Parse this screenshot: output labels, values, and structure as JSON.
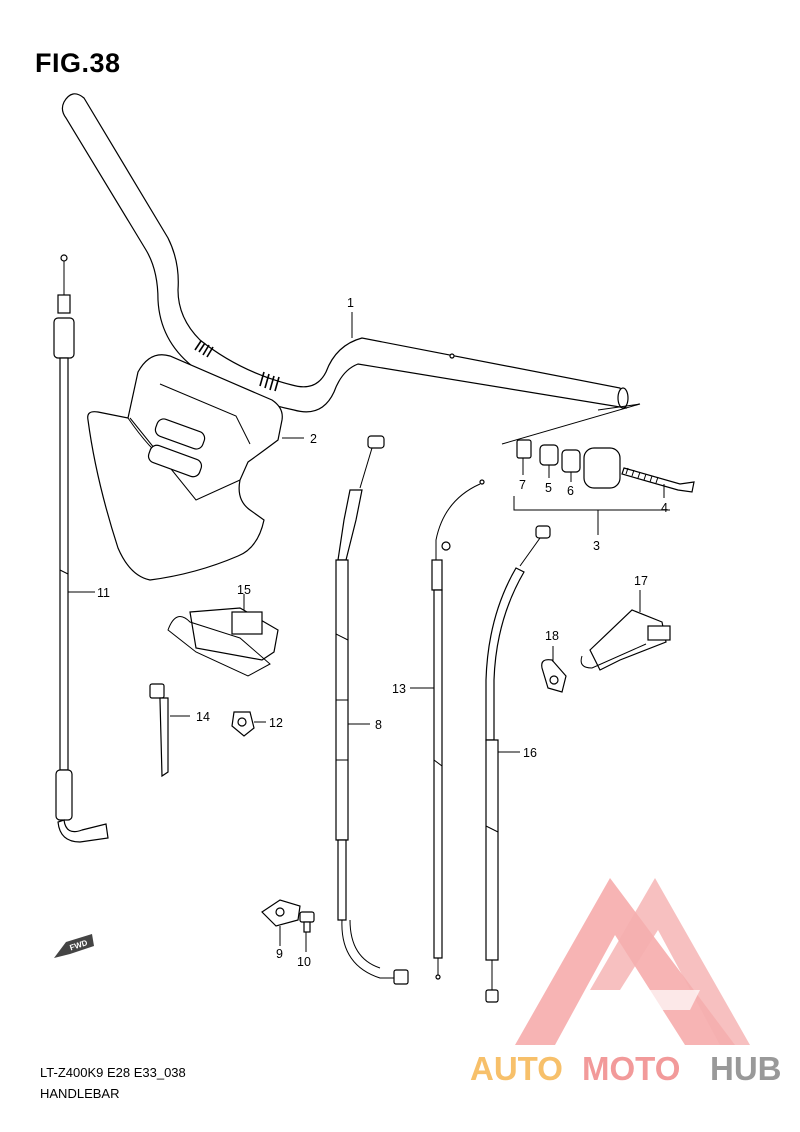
{
  "figure": {
    "title": "FIG.38"
  },
  "footer": {
    "model_code": "LT-Z400K9 E28 E33_038",
    "section": "HANDLEBAR"
  },
  "fwd_label": "FWD",
  "watermark": {
    "part1": "AUTO",
    "part2": "MOTO",
    "part3": "HUB",
    "colors": {
      "auto": "#f7c06a",
      "moto": "#f29a9a",
      "hub": "#999999",
      "logo": "#f4a3a3"
    }
  },
  "callouts": {
    "c1": "1",
    "c2": "2",
    "c3": "3",
    "c4": "4",
    "c5": "5",
    "c6": "6",
    "c7": "7",
    "c8": "8",
    "c9": "9",
    "c10": "10",
    "c11": "11",
    "c12": "12",
    "c13": "13",
    "c14": "14",
    "c15": "15",
    "c16": "16",
    "c17": "17",
    "c18": "18"
  }
}
